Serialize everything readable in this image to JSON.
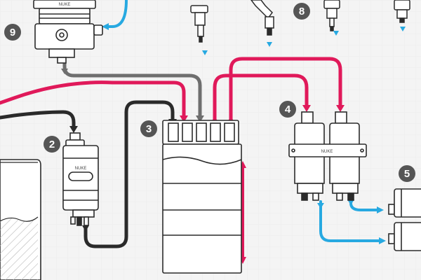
{
  "diagram": {
    "colors": {
      "pressure_line": "#e0195a",
      "return_line": "#2a2a2a",
      "vacuum_line": "#6e6e6e",
      "injector_line": "#27a9e1",
      "outline": "#2b2b2b",
      "badge": "#555555",
      "background": "#f4f4f4"
    },
    "labels": {
      "step_2": "2",
      "step_3": "3",
      "step_4": "4",
      "step_5": "5",
      "step_8": "8",
      "step_9": "9"
    },
    "brand": {
      "pump_2": "NUKE",
      "filter_4": "NUKE",
      "regulator_9": "NUKE"
    },
    "icons": [
      "fuel-regulator-icon",
      "fuel-pump-icon",
      "fuel-rail-block-icon",
      "dual-filter-icon",
      "fuel-injector-icon",
      "fuel-tank-icon",
      "fuel-pump-unit-icon"
    ]
  }
}
